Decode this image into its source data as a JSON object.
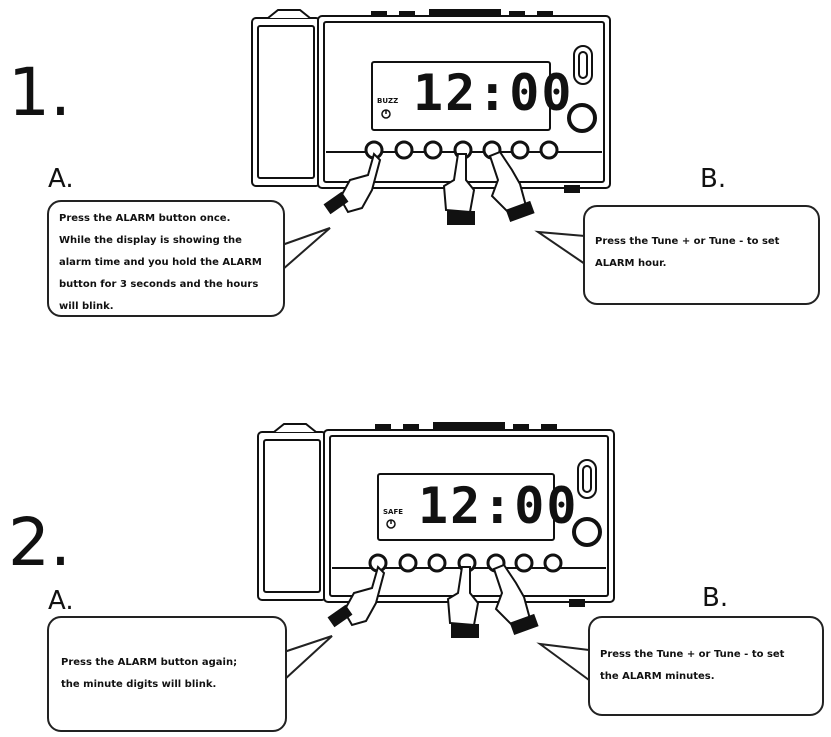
{
  "steps": [
    {
      "number": "1.",
      "label_a": "A.",
      "label_b": "B.",
      "display": "12:00",
      "display_indicator": "BUZZ",
      "bubble_a": [
        "Press the ALARM button once.",
        "While the display is showing the",
        "alarm time and you hold the ALARM",
        "button for 3 seconds and the hours",
        "will blink."
      ],
      "bubble_b": [
        "Press the Tune + or Tune - to set",
        "ALARM hour."
      ]
    },
    {
      "number": "2.",
      "label_a": "A.",
      "label_b": "B.",
      "display": "12:00",
      "display_indicator": "SAFE",
      "bubble_a": [
        "Press the ALARM button again;",
        "the minute digits will blink."
      ],
      "bubble_b": [
        "Press the Tune + or Tune - to set",
        "the ALARM minutes."
      ]
    }
  ],
  "icons": [
    "clock-radio-icon",
    "pointing-hand-icon",
    "alarm-bell-icon"
  ]
}
